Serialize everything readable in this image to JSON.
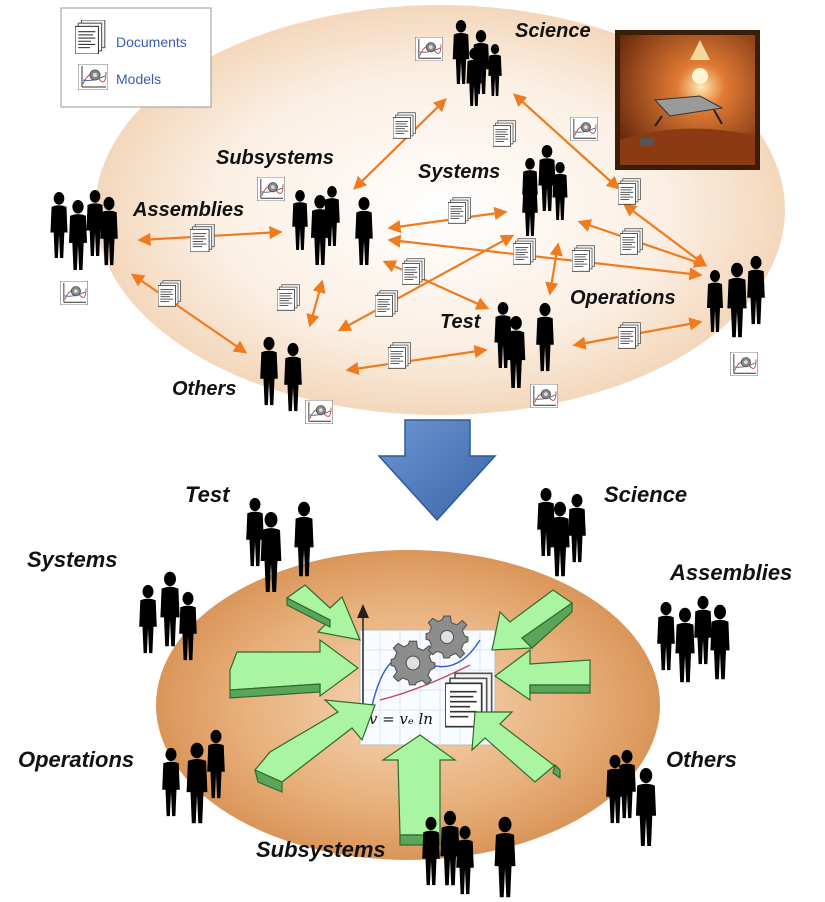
{
  "legend": {
    "documents": "Documents",
    "models": "Models"
  },
  "top": {
    "labels": {
      "science": "Science",
      "subsystems": "Subsystems",
      "systems": "Systems",
      "assemblies": "Assemblies",
      "operations": "Operations",
      "test": "Test",
      "others": "Others"
    }
  },
  "bottom": {
    "labels": {
      "test": "Test",
      "science": "Science",
      "systems": "Systems",
      "assemblies": "Assemblies",
      "operations": "Operations",
      "others": "Others",
      "subsystems": "Subsystems"
    },
    "equation": "Δv = vₑ ln"
  },
  "colors": {
    "ellipse_top": "#f6e2cf",
    "ellipse_bottom": "#e4a972",
    "arrow_orange": "#f07a1e",
    "arrow_down": "#4a78b8",
    "green_arrow": "#a8f5a0",
    "people": "#000000",
    "legend_text": "#3b5bb5",
    "mars_frame": "#4a2a10"
  },
  "icons": {
    "document": "document-stack-icon",
    "model": "model-chart-icon",
    "gears": "gears-icon",
    "people": "people-group-icon",
    "mars": "mars-lander-image"
  }
}
